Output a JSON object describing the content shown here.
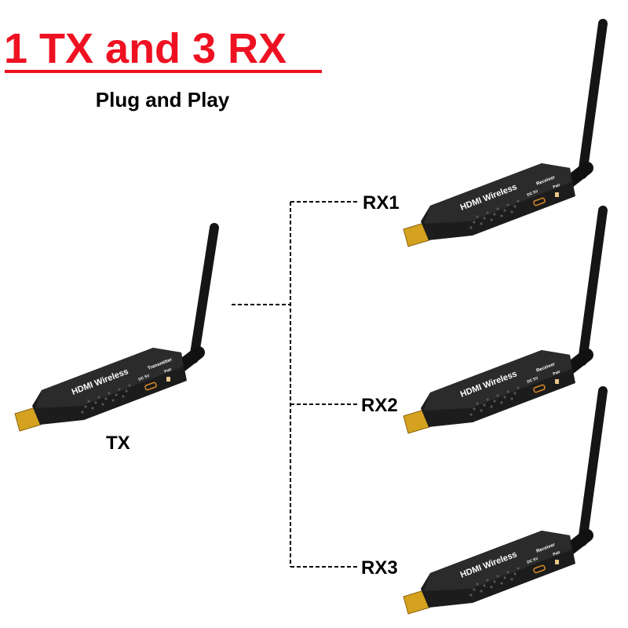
{
  "title": "1 TX and 3 RX",
  "subtitle": "Plug and Play",
  "colors": {
    "title": "#ee1122",
    "device": "#1c1c1c",
    "plug": "#d4a21e"
  },
  "nodes": {
    "tx": {
      "label": "TX",
      "brand": "HDMI Wireless",
      "model": "Transmitter",
      "power": "DC 5V",
      "button": "Pair"
    },
    "rx1": {
      "label": "RX1",
      "brand": "HDMI Wireless",
      "model": "Receiver",
      "power": "DC 5V",
      "button": "Pair"
    },
    "rx2": {
      "label": "RX2",
      "brand": "HDMI Wireless",
      "model": "Receiver",
      "power": "DC 5V",
      "button": "Pair"
    },
    "rx3": {
      "label": "RX3",
      "brand": "HDMI Wireless",
      "model": "Receiver",
      "power": "DC 5V",
      "button": "Pair"
    }
  },
  "edges": [
    [
      "tx",
      "rx1"
    ],
    [
      "tx",
      "rx2"
    ],
    [
      "tx",
      "rx3"
    ]
  ]
}
